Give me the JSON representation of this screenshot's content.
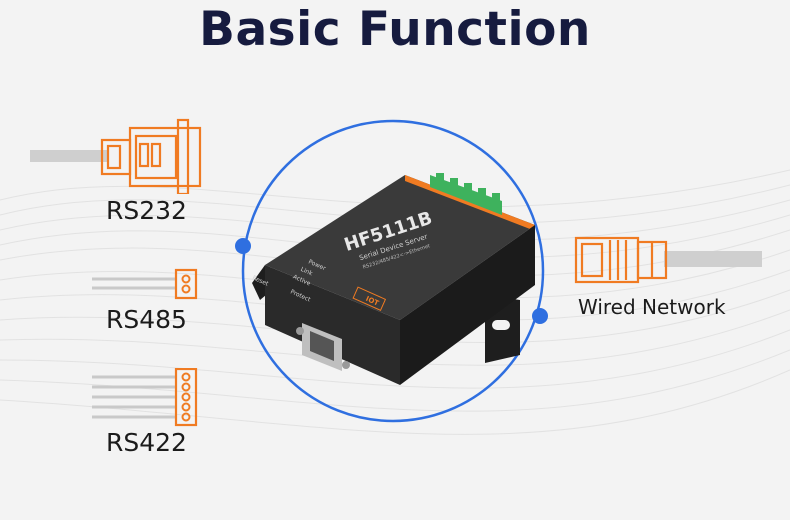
{
  "title": "Basic Function",
  "interfaces": {
    "rs232": {
      "label": "RS232",
      "icon": "db9-serial-connector-icon"
    },
    "rs485": {
      "label": "RS485",
      "icon": "2-pin-terminal-connector-icon"
    },
    "rs422": {
      "label": "RS422",
      "icon": "5-pin-terminal-connector-icon"
    },
    "network": {
      "label": "Wired Network",
      "icon": "rj45-ethernet-connector-icon"
    }
  },
  "device": {
    "model": "HF5111B",
    "subtitle": "Serial Device Server",
    "spec": "RS232/485/422<->Ethernet",
    "leds": [
      "Power",
      "Link",
      "Active"
    ],
    "bottom_labels": [
      "Reset",
      "Protect"
    ],
    "brand": "IOT"
  },
  "colors": {
    "accent_orange": "#f07b22",
    "ring_blue": "#2f6fe0",
    "title_navy": "#161b3f",
    "device_body": "#2b2b2b"
  }
}
